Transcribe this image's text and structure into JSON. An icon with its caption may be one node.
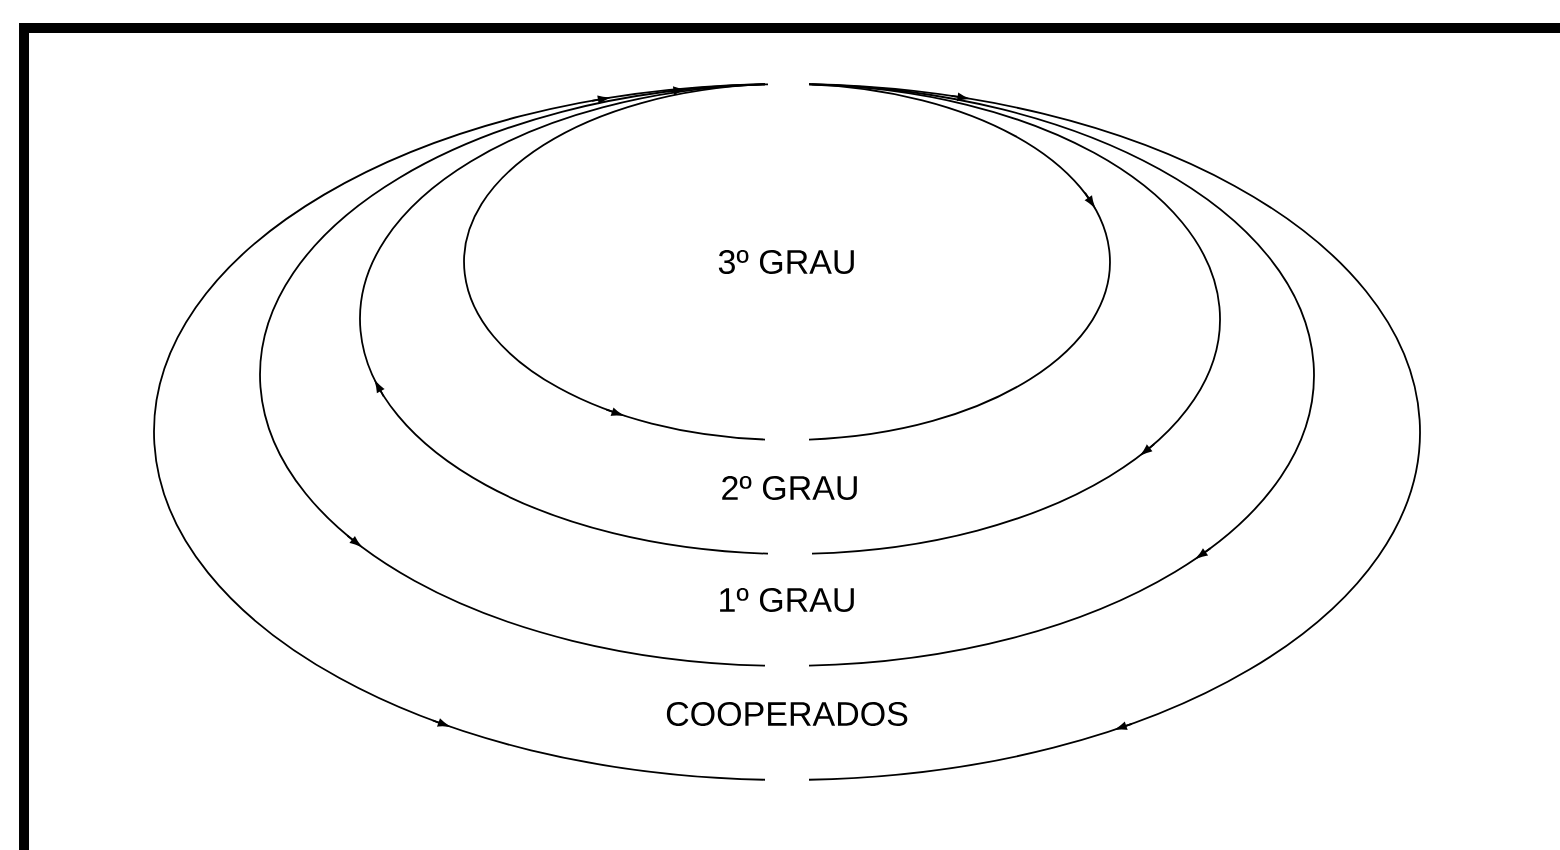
{
  "diagram": {
    "nodes": [
      {
        "text": [
          "COOPERADOS"
        ]
      },
      {
        "text": [
          "1º GRAU"
        ],
        "in": 0
      },
      {
        "text": [
          "2º GRAU"
        ],
        "in": 1
      },
      {
        "text": [
          "3º GRAU"
        ],
        "in": 2
      }
    ]
  }
}
